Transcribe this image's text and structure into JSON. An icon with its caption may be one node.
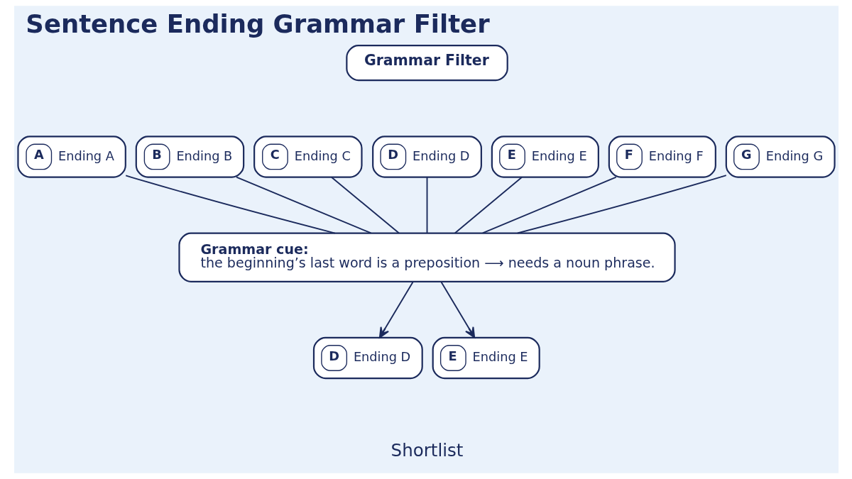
{
  "diagram": {
    "title": "Sentence Ending Grammar Filter",
    "nodes": [
      {
        "text": [
          "Grammar Filter"
        ]
      },
      {
        "text": [
          "A",
          "Ending A"
        ]
      },
      {
        "text": [
          "B",
          "Ending B"
        ]
      },
      {
        "text": [
          "C",
          "Ending C"
        ]
      },
      {
        "text": [
          "D",
          "Ending D"
        ]
      },
      {
        "text": [
          "E",
          "Ending E"
        ]
      },
      {
        "text": [
          "F",
          "Ending F"
        ]
      },
      {
        "text": [
          "G",
          "Ending G"
        ]
      },
      {
        "text": [
          "Grammar cue:",
          "the beginning’s last word is a preposition ⟶ needs a noun phrase."
        ]
      },
      {
        "text": [
          "D",
          "Ending D"
        ]
      },
      {
        "text": [
          "E",
          "Ending E"
        ]
      }
    ],
    "edges": [
      {
        "from": 1,
        "to": 8,
        "arrow": "none"
      },
      {
        "from": 2,
        "to": 8,
        "arrow": "none"
      },
      {
        "from": 3,
        "to": 8,
        "arrow": "none"
      },
      {
        "from": 4,
        "to": 8,
        "arrow": "none"
      },
      {
        "from": 5,
        "to": 8,
        "arrow": "none"
      },
      {
        "from": 6,
        "to": 8,
        "arrow": "none"
      },
      {
        "from": 7,
        "to": 8,
        "arrow": "none"
      },
      {
        "from": 8,
        "to": 9,
        "arrow": "to"
      },
      {
        "from": 8,
        "to": 10,
        "arrow": "to"
      }
    ],
    "labels": [
      "Shortlist"
    ]
  }
}
